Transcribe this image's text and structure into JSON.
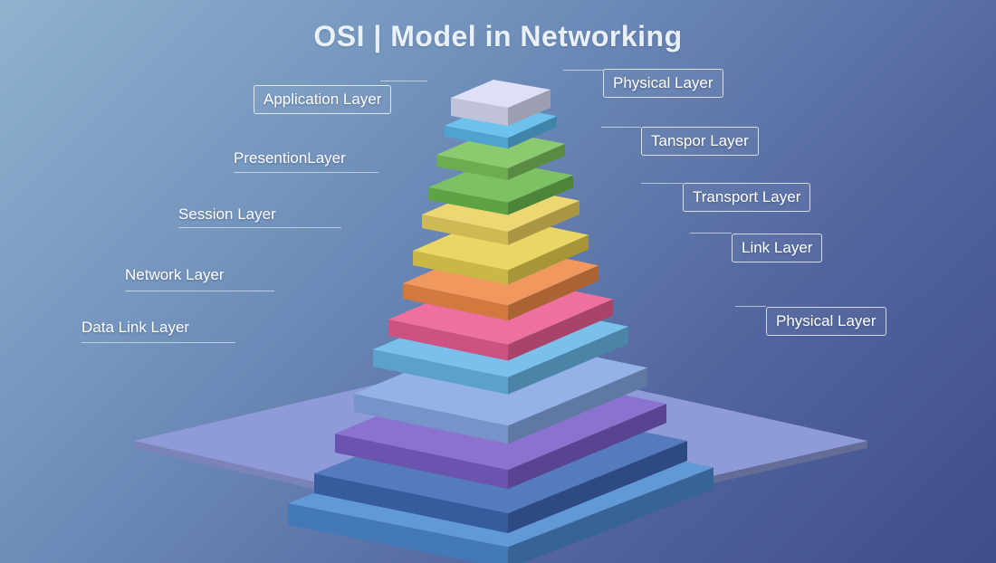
{
  "title": "OSI | Model in Networking",
  "left_labels": [
    "Application Layer",
    "PresentionLayer",
    "Session Layer",
    "Network Layer",
    "Data Link Layer"
  ],
  "right_labels": [
    "Physical Layer",
    "Tanspor  Layer",
    "Transport Layer",
    "Link Layer",
    "Physical Layer"
  ],
  "colors": {
    "base_plate": "#8f9bd8",
    "tiers": [
      "#d9dcf6",
      "#59b9eb",
      "#7cc35b",
      "#6ab84e",
      "#ebd25f",
      "#e6d04f",
      "#ee8a48",
      "#ea5d93",
      "#68b7e8",
      "#86a8e4",
      "#7a5fc8",
      "#3e68b4",
      "#4c8ad0"
    ]
  }
}
